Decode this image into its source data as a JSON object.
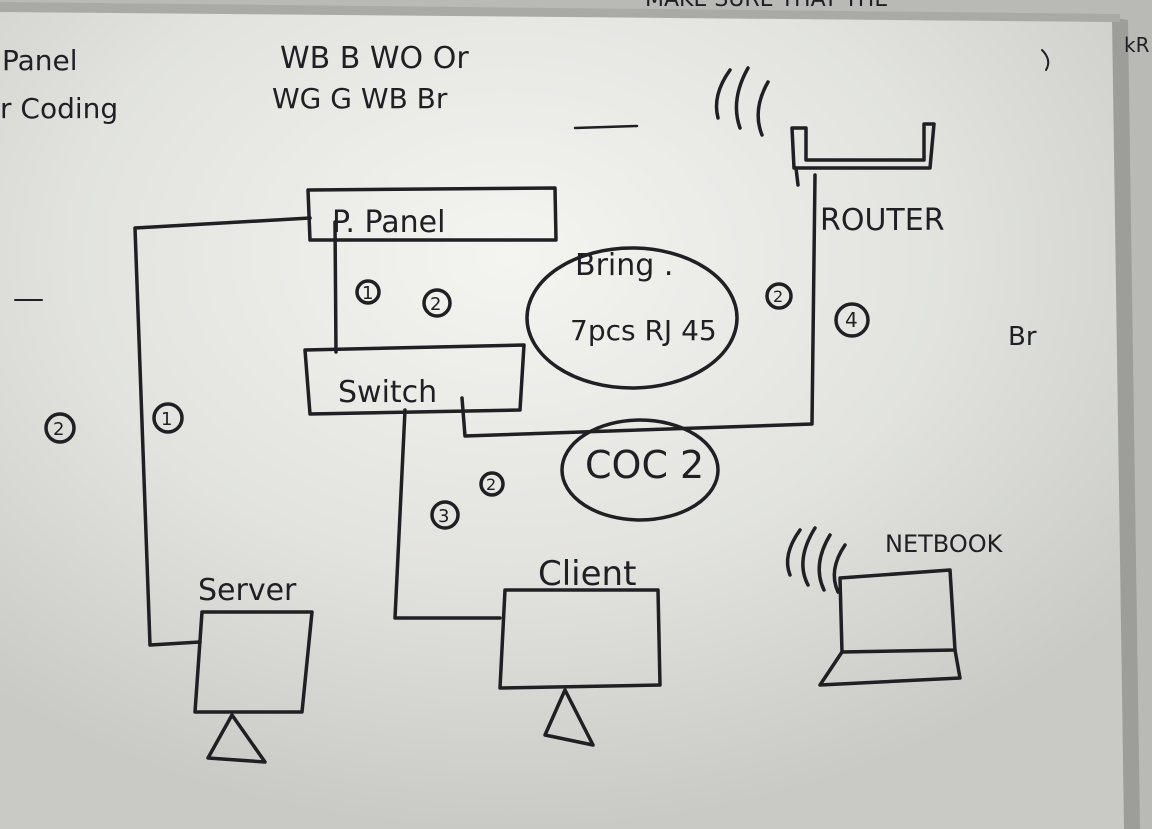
{
  "header": {
    "top_scribble": "MAKE SURE THAT THE",
    "left_line1": "Panel",
    "left_line2": "r Coding",
    "color_line1": "WB B WO Or",
    "color_line2": "WG G WB Br",
    "right_edge_text": "kR"
  },
  "labels": {
    "patch_panel": "P. Panel",
    "switch": "Switch",
    "router": "ROUTER",
    "server": "Server",
    "client": "Client",
    "netbook": "NETBOOK",
    "br_note": "Br",
    "bring_line1": "Bring .",
    "bring_line2": "7pcs RJ 45",
    "coc2": "COC 2"
  },
  "markers": {
    "m_panel_1": "1",
    "m_panel_2": "2",
    "m_left_2": "2",
    "m_left_1": "1",
    "m_router_2": "2",
    "m_router_4": "4",
    "m_mid_3": "3",
    "m_mid_2": "2"
  },
  "colors": {
    "board": "#dfe0dc",
    "ink": "#1f1f24",
    "frame": "#cfd0cc",
    "shadow": "#3a3b3d"
  }
}
